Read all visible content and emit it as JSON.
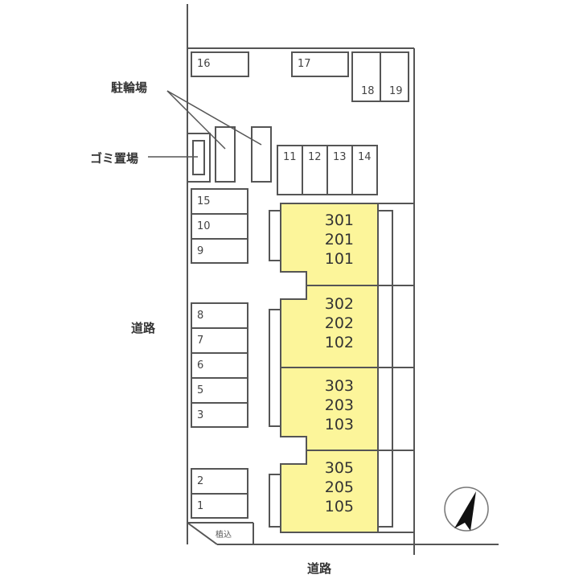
{
  "labels": {
    "bicycle_parking": "駐輪場",
    "garbage_area": "ゴミ置場",
    "road_left": "道路",
    "road_bottom": "道路",
    "planting": "植込"
  },
  "parking_top": [
    "16",
    "17",
    "18",
    "19"
  ],
  "parking_middle": [
    "11",
    "12",
    "13",
    "14"
  ],
  "parking_left_upper": [
    "15",
    "10",
    "9"
  ],
  "parking_left_middle": [
    "8",
    "7",
    "6",
    "5",
    "3"
  ],
  "parking_left_lower": [
    "2",
    "1"
  ],
  "units": [
    {
      "floor3": "301",
      "floor2": "201",
      "floor1": "101"
    },
    {
      "floor3": "302",
      "floor2": "202",
      "floor1": "102"
    },
    {
      "floor3": "303",
      "floor2": "203",
      "floor1": "103"
    },
    {
      "floor3": "305",
      "floor2": "205",
      "floor1": "105"
    }
  ],
  "colors": {
    "unit_fill": "#fcf59a",
    "lines": "#555555"
  }
}
